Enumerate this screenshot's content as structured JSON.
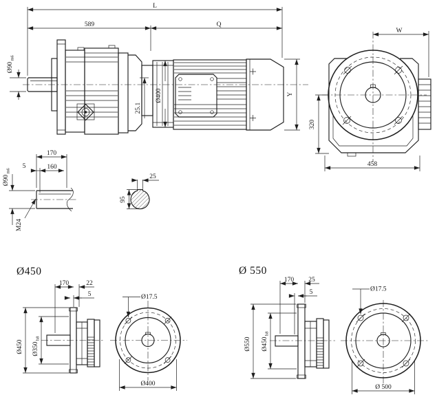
{
  "colors": {
    "ink": "#1f1f1f",
    "paper": "#ffffff"
  },
  "main_view": {
    "dim_overall": "L",
    "dim_gear_length": "589",
    "dim_motor_length": "Q",
    "dim_shaft_dia": "Ø90",
    "dim_shaft_dia_tol": "m6",
    "dim_key_height": "25.1",
    "dim_motor_flange": "Ø400",
    "dim_height": "Y"
  },
  "end_view": {
    "dim_half_width": "W",
    "dim_center_height": "320",
    "dim_base_width": "458"
  },
  "shaft_detail": {
    "dim_length": "170",
    "dim_step": "5",
    "dim_usable": "160",
    "dim_dia": "Ø90",
    "dim_dia_tol": "m6",
    "dim_thread": "M24"
  },
  "shaft_section": {
    "dim_key_width": "25",
    "dim_height_over_key": "95"
  },
  "flange_450": {
    "title": "Ø450",
    "dim_hub_length": "170",
    "dim_thickness": "22",
    "dim_step": "5",
    "dim_outer_dia": "Ø450",
    "dim_spigot_dia": "Ø350",
    "dim_spigot_tol": "h8",
    "dim_bolt_hole": "Ø17.5",
    "dim_bolt_circle": "Ø400"
  },
  "flange_550": {
    "title": "Ø 550",
    "dim_hub_length": "170",
    "dim_thickness": "25",
    "dim_step": "5",
    "dim_outer_dia": "Ø550",
    "dim_spigot_dia": "Ø450",
    "dim_spigot_tol": "h8",
    "dim_bolt_hole": "Ø17.5",
    "dim_bolt_circle": "Ø 500"
  }
}
